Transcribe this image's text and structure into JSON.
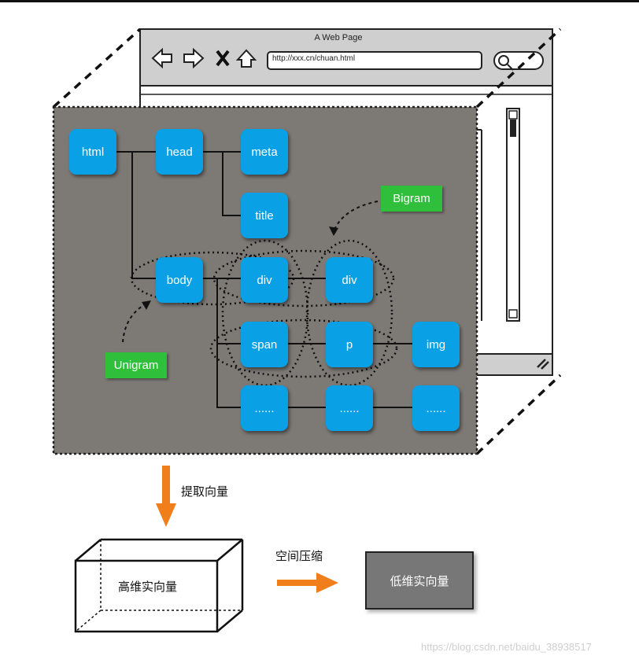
{
  "browser": {
    "title": "A Web Page",
    "url": "http://xxx.cn/chuan.html"
  },
  "nodes": {
    "html": "html",
    "head": "head",
    "meta": "meta",
    "title": "title",
    "body": "body",
    "div1": "div",
    "div2": "div",
    "span": "span",
    "p": "p",
    "img": "img",
    "more1": "......",
    "more2": "......",
    "more3": "......"
  },
  "tags": {
    "bigram": "Bigram",
    "unigram": "Unigram"
  },
  "steps": {
    "extract": "提取向量",
    "compress": "空间压缩"
  },
  "boxes": {
    "high": "高维实向量",
    "low": "低维实向量"
  },
  "watermark": "https://blog.csdn.net/baidu_38938517",
  "colors": {
    "node": "#0aa0e6",
    "tag": "#2fbf3a",
    "arrow": "#f07e1a",
    "panel": "#7d7a76"
  }
}
